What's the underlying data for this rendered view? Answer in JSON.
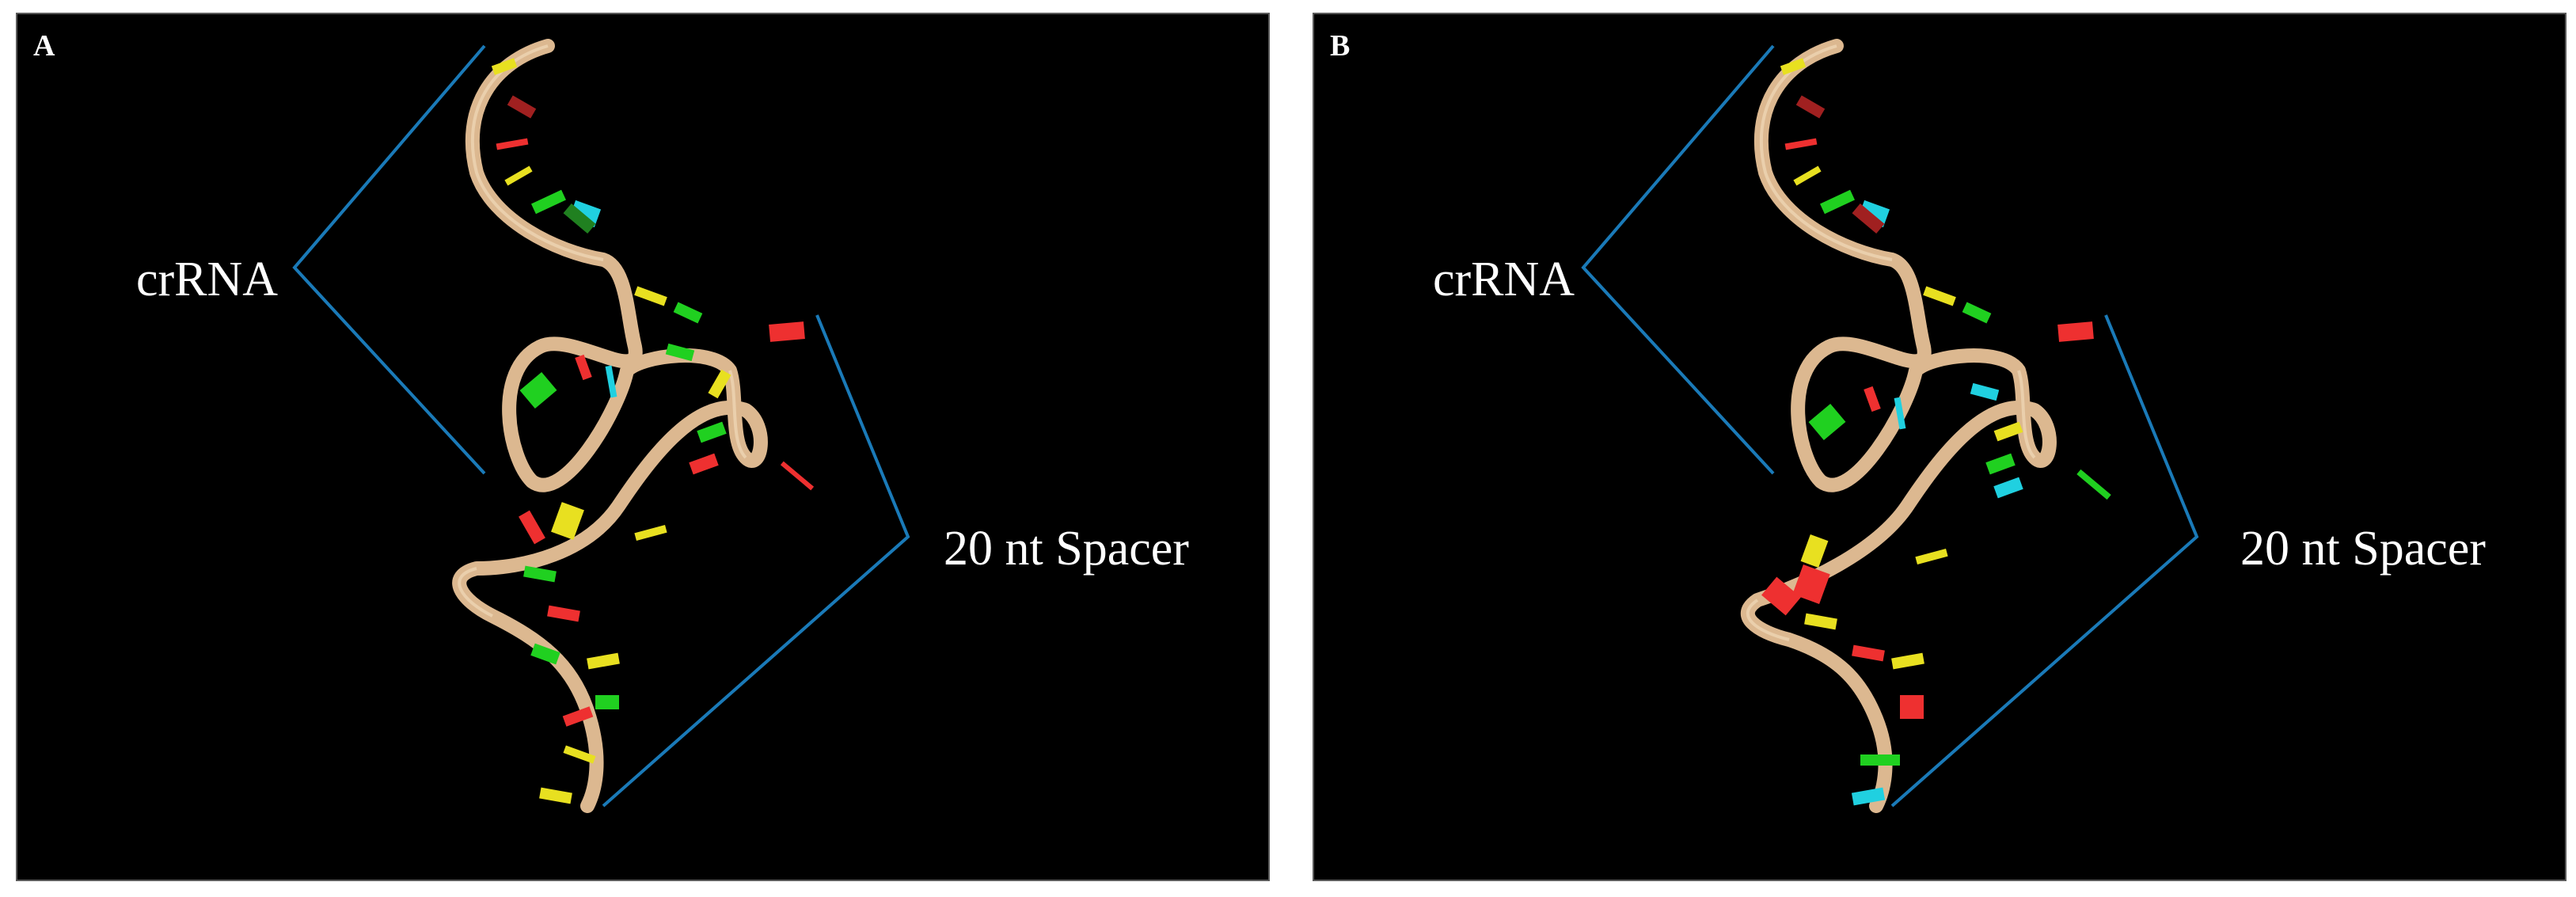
{
  "panels": [
    {
      "id": "A",
      "letter": "A",
      "crrna_label": "crRNA",
      "spacer_label": "20 nt Spacer"
    },
    {
      "id": "B",
      "letter": "B",
      "crrna_label": "crRNA",
      "spacer_label": "20 nt Spacer"
    }
  ],
  "colors": {
    "background": "#000000",
    "backbone": "#dcb890",
    "bracket": "#1a7ab8",
    "base_red": "#ee3030",
    "base_green": "#20d020",
    "base_yellow": "#e8e020",
    "base_cyan": "#20d0e0"
  }
}
